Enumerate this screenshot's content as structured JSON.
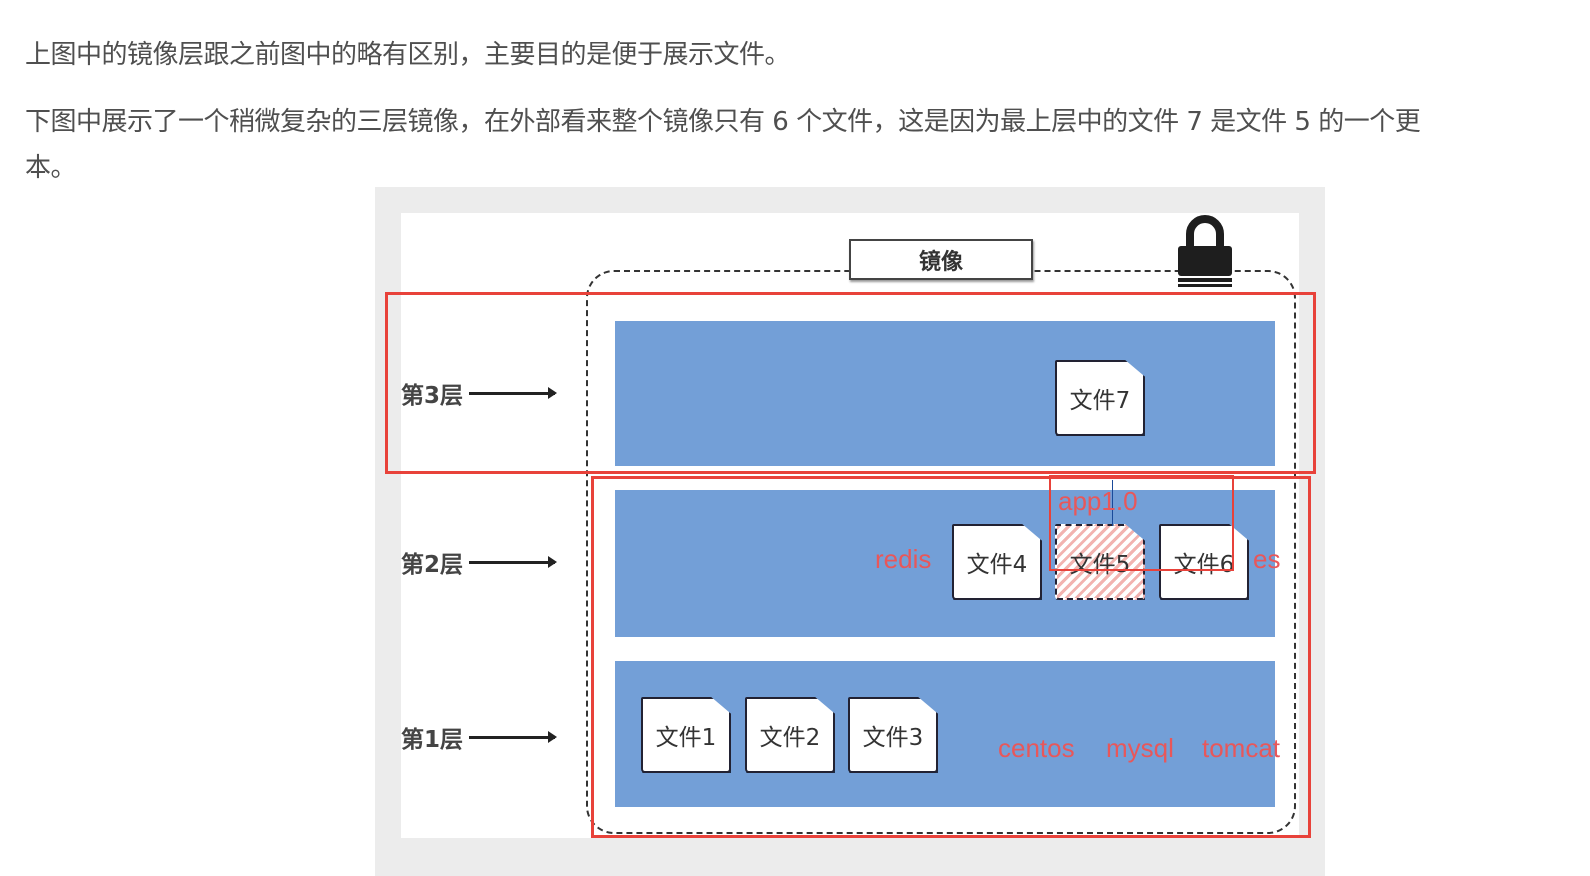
{
  "article": {
    "paragraph1": "上图中的镜像层跟之前图中的略有区别，主要目的是便于展示文件。",
    "paragraph2_line1": "下图中展示了一个稍微复杂的三层镜像，在外部看来整个镜像只有 6 个文件，这是因为最上层中的文件 7 是文件 5 的一个更",
    "paragraph2_line2": "本。"
  },
  "diagram": {
    "image_label": "镜像",
    "lock_icon": "lock-icon",
    "layers": [
      {
        "label": "第3层",
        "files": [
          "文件7"
        ]
      },
      {
        "label": "第2层",
        "files": [
          "文件4",
          "文件5",
          "文件6"
        ]
      },
      {
        "label": "第1层",
        "files": [
          "文件1",
          "文件2",
          "文件3"
        ]
      }
    ],
    "annotations": {
      "app": "app1.0",
      "redis": "redis",
      "es": "es",
      "centos": "centos",
      "mysql": "mysql",
      "tomcat": "tomcat"
    },
    "colors": {
      "layer_fill": "#739fd7",
      "annotation_red": "#e8423a",
      "frame_gray": "#ececec"
    }
  }
}
